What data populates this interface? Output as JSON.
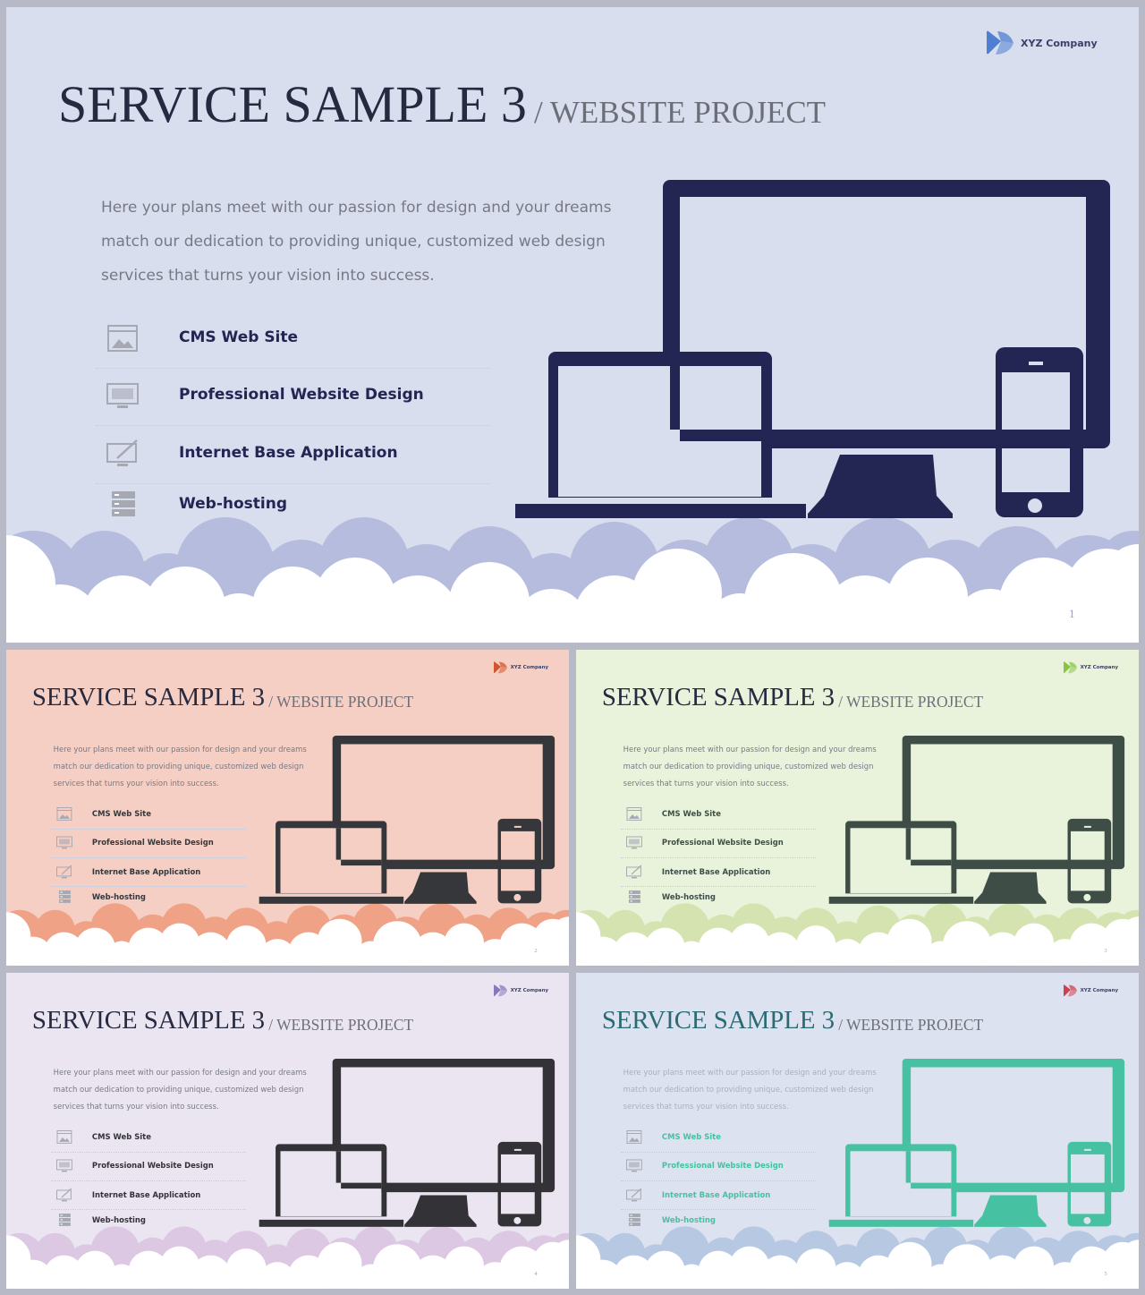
{
  "slides": [
    {
      "id": "slide-1",
      "title": "SERVICE SAMPLE 3",
      "subtitle": "/ WEBSITE PROJECT",
      "company": "XYZ Company",
      "description": [
        "Here your plans meet with our passion for design and your dreams",
        "match our dedication to providing unique, customized web design",
        "services that turns your vision into success."
      ],
      "services": [
        "CMS Web Site",
        "Professional Website Design",
        "Internet Base Application",
        "Web-hosting"
      ],
      "page_number": "1",
      "colors": {
        "bg": "#d9deef",
        "device": "#232552",
        "cloud_back": "#b6bcdd",
        "text": "#232552",
        "logo": "#4e7fd0"
      }
    },
    {
      "id": "slide-2",
      "title": "SERVICE SAMPLE 3",
      "subtitle": "/ WEBSITE PROJECT",
      "company": "XYZ Company",
      "description": [
        "Here your plans meet with our passion for design and your dreams",
        "match our dedication to providing unique, customized web design",
        "services that turns your vision into success."
      ],
      "services": [
        "CMS Web Site",
        "Professional Website Design",
        "Internet Base Application",
        "Web-hosting"
      ],
      "page_number": "2",
      "colors": {
        "bg": "#f6cfc4",
        "device": "#35373a",
        "cloud_back": "#f0a287",
        "text": "#35373a",
        "logo": "#d4552b"
      }
    },
    {
      "id": "slide-3",
      "title": "SERVICE SAMPLE 3",
      "subtitle": "/ WEBSITE PROJECT",
      "company": "XYZ Company",
      "description": [
        "Here your plans meet with our passion for design and your dreams",
        "match our dedication to providing unique, customized web design",
        "services that turns your vision into success."
      ],
      "services": [
        "CMS Web Site",
        "Professional Website Design",
        "Internet Base Application",
        "Web-hosting"
      ],
      "page_number": "3",
      "colors": {
        "bg": "#e9f3dc",
        "device": "#3e4e47",
        "cloud_back": "#d4e3b0",
        "text": "#3e4e47",
        "logo": "#86c540"
      }
    },
    {
      "id": "slide-4",
      "title": "SERVICE SAMPLE 3",
      "subtitle": "/ WEBSITE PROJECT",
      "company": "XYZ Company",
      "description": [
        "Here your plans meet with our passion for design and your dreams",
        "match our dedication to providing unique, customized web design",
        "services that turns your vision into success."
      ],
      "services": [
        "CMS Web Site",
        "Professional Website Design",
        "Internet Base Application",
        "Web-hosting"
      ],
      "page_number": "4",
      "colors": {
        "bg": "#ebe5f2",
        "device": "#333237",
        "cloud_back": "#dcc8e3",
        "text": "#333237",
        "logo": "#8a76bc"
      }
    },
    {
      "id": "slide-5",
      "title": "SERVICE SAMPLE 3",
      "subtitle": "/ WEBSITE PROJECT",
      "company": "XYZ Company",
      "description": [
        "Here your plans meet with our passion for design and your dreams",
        "match our dedication to providing unique, customized web design",
        "services that turns your vision into success."
      ],
      "services": [
        "CMS Web Site",
        "Professional Website Design",
        "Internet Base Application",
        "Web-hosting"
      ],
      "page_number": "5",
      "colors": {
        "bg": "#dce2ef",
        "device": "#46c1a1",
        "cloud_back": "#b7c8e2",
        "text": "#46c1a1",
        "title": "#2b6a73",
        "logo": "#d2404f"
      }
    }
  ]
}
